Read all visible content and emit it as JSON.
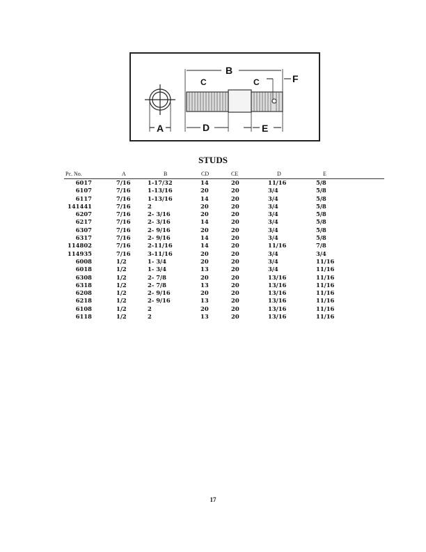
{
  "diagram": {
    "labels": {
      "A": "A",
      "B": "B",
      "C1": "C",
      "C2": "C",
      "D": "D",
      "E": "E",
      "F": "F"
    }
  },
  "title": "STUDS",
  "table": {
    "headers": [
      "Pc. No.",
      "A",
      "B",
      "CD",
      "CE",
      "D",
      "E"
    ],
    "rows": [
      [
        "6017",
        "7/16",
        "1-17/32",
        "14",
        "20",
        "11/16",
        "5/8"
      ],
      [
        "6107",
        "7/16",
        "1-13/16",
        "20",
        "20",
        "3/4",
        "5/8"
      ],
      [
        "6117",
        "7/16",
        "1-13/16",
        "14",
        "20",
        "3/4",
        "5/8"
      ],
      [
        "141441",
        "7/16",
        "2",
        "20",
        "20",
        "3/4",
        "5/8"
      ],
      [
        "6207",
        "7/16",
        "2- 3/16",
        "20",
        "20",
        "3/4",
        "5/8"
      ],
      [
        "6217",
        "7/16",
        "2- 3/16",
        "14",
        "20",
        "3/4",
        "5/8"
      ],
      [
        "6307",
        "7/16",
        "2- 9/16",
        "20",
        "20",
        "3/4",
        "5/8"
      ],
      [
        "6317",
        "7/16",
        "2- 9/16",
        "14",
        "20",
        "3/4",
        "5/8"
      ],
      [
        "114802",
        "7/16",
        "2-11/16",
        "14",
        "20",
        "11/16",
        "7/8"
      ],
      [
        "114935",
        "7/16",
        "3-11/16",
        "20",
        "20",
        "3/4",
        "3/4"
      ],
      [
        "6008",
        "1/2",
        "1- 3/4",
        "20",
        "20",
        "3/4",
        "11/16"
      ],
      [
        "6018",
        "1/2",
        "1- 3/4",
        "13",
        "20",
        "3/4",
        "11/16"
      ],
      [
        "6308",
        "1/2",
        "2- 7/8",
        "20",
        "20",
        "13/16",
        "11/16"
      ],
      [
        "6318",
        "1/2",
        "2- 7/8",
        "13",
        "20",
        "13/16",
        "11/16"
      ],
      [
        "6208",
        "1/2",
        "2- 9/16",
        "20",
        "20",
        "13/16",
        "11/16"
      ],
      [
        "6218",
        "1/2",
        "2- 9/16",
        "13",
        "20",
        "13/16",
        "11/16"
      ],
      [
        "6108",
        "1/2",
        "2",
        "20",
        "20",
        "13/16",
        "11/16"
      ],
      [
        "6118",
        "1/2",
        "2",
        "13",
        "20",
        "13/16",
        "11/16"
      ]
    ]
  },
  "page_number": "17"
}
